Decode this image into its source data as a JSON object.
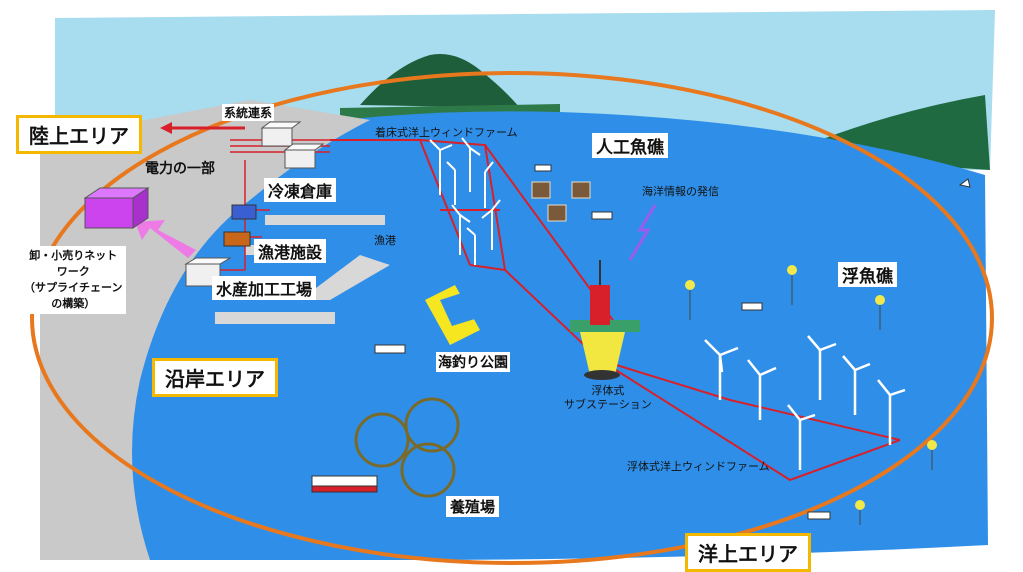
{
  "areas": {
    "land": "陸上エリア",
    "coastal": "沿岸エリア",
    "offshore": "洋上エリア"
  },
  "labels": {
    "grid_connection": "系統連系",
    "part_of_power": "電力の一部",
    "cold_storage": "冷凍倉庫",
    "fishing_port_facility": "漁港施設",
    "fishing_port": "漁港",
    "seafood_processing": "水産加工工場",
    "network_line1": "卸・小売りネット",
    "network_line2": "ワーク",
    "network_line3": "（サプライチェーン",
    "network_line4": "の構築）",
    "fixed_wind_farm": "着床式洋上ウィンドファーム",
    "artificial_reef": "人工魚礁",
    "ocean_info": "海洋情報の発信",
    "floating_reef": "浮魚礁",
    "fishing_park": "海釣り公園",
    "floating_type": "浮体式",
    "substation": "サブステーション",
    "floating_wind_farm": "浮体式洋上ウィンドファーム",
    "aquaculture": "養殖場"
  },
  "colors": {
    "sky": "#a8dcef",
    "sea": "#2f8fe8",
    "land": "#c9c9c9",
    "ellipse": "#e8781e",
    "area_border": "#f5b800",
    "cable": "#d7202a",
    "arrow_pink": "#ee7ae6"
  }
}
